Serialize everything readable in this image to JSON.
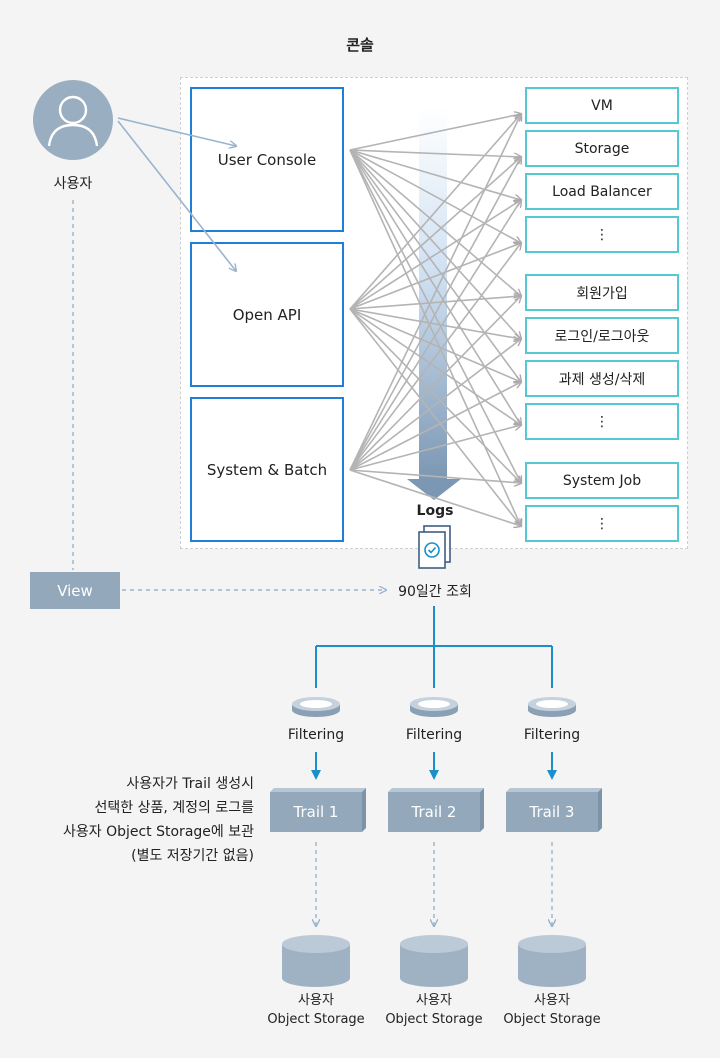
{
  "console": {
    "title": "콘솔"
  },
  "user": {
    "label": "사용자"
  },
  "sources": [
    {
      "label": "User Console"
    },
    {
      "label": "Open API"
    },
    {
      "label": "System & Batch"
    }
  ],
  "targets": [
    {
      "label": "VM"
    },
    {
      "label": "Storage"
    },
    {
      "label": "Load Balancer"
    },
    {
      "label": "⋮"
    },
    {
      "label": "회원가입"
    },
    {
      "label": "로그인/로그아웃"
    },
    {
      "label": "과제 생성/삭제"
    },
    {
      "label": "⋮"
    },
    {
      "label": "System Job"
    },
    {
      "label": "⋮"
    }
  ],
  "logs": {
    "label": "Logs"
  },
  "view": {
    "label": "View"
  },
  "query": {
    "label": "90일간 조회"
  },
  "filters": [
    {
      "label": "Filtering"
    },
    {
      "label": "Filtering"
    },
    {
      "label": "Filtering"
    }
  ],
  "trails": [
    {
      "label": "Trail 1"
    },
    {
      "label": "Trail 2"
    },
    {
      "label": "Trail 3"
    }
  ],
  "trail_note": {
    "line1": "사용자가 Trail 생성시",
    "line2": "선택한 상품, 계정의 로그를",
    "line3": "사용자 Object Storage에 보관",
    "line4": "(별도 저장기간 없음)"
  },
  "storages": [
    {
      "line1": "사용자",
      "line2": "Object Storage"
    },
    {
      "line1": "사용자",
      "line2": "Object Storage"
    },
    {
      "line1": "사용자",
      "line2": "Object Storage"
    }
  ],
  "colors": {
    "source_border": "#1f7fd6",
    "target_border": "#55c8d4",
    "accent_arrow": "#1a8fc9",
    "slate": "#93a8bb"
  }
}
